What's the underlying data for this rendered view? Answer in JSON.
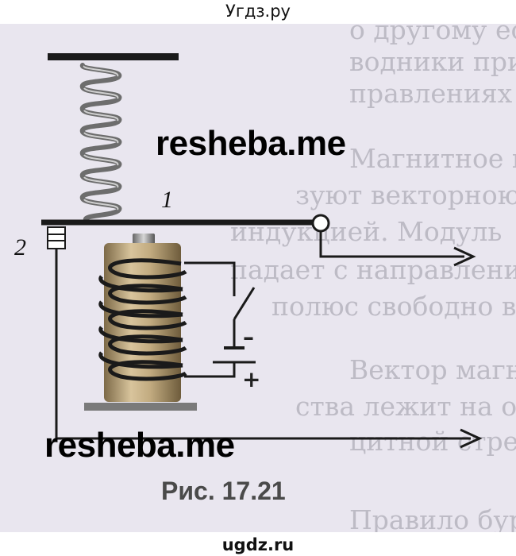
{
  "header": {
    "site": "Угдз.ру"
  },
  "footer": {
    "site": "ugdz.ru"
  },
  "watermarks": [
    "resheba.me",
    "resheba.me"
  ],
  "figure": {
    "caption": "Рис.  17.21",
    "label_1": "1",
    "label_2": "2",
    "battery_minus": "–",
    "battery_plus": "+"
  },
  "background_text": [
    "о другому если чело",
    "водники приставлены",
    "правлениях — но ст",
    "Магнитное поле в да",
    "зуют векторною вели",
    "индукцией. Модуль",
    "падает с направлени",
    "полюс свободно враще",
    "Вектор магнитной ин",
    "ства лежит на одной",
    "цитной стрелки в",
    "Правило буравчика"
  ],
  "colors": {
    "background": "#e9e6ef",
    "coil": "#b9a27a",
    "wire": "#1a1a1a"
  }
}
